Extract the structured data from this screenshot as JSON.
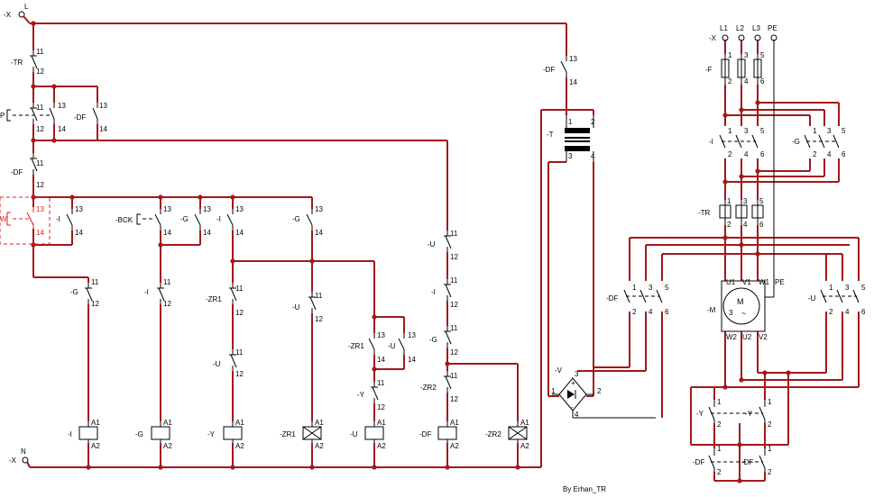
{
  "terminals": {
    "top_L": {
      "prefix": "-X",
      "name": "L"
    },
    "bottom_N": {
      "prefix": "-X",
      "name": "N"
    },
    "power": {
      "prefix": "-X",
      "L1": "L1",
      "L2": "L2",
      "L3": "L3",
      "PE": "PE"
    }
  },
  "control": {
    "tr": "-TR",
    "p_button": "P",
    "df_upper": "-DF",
    "df_mid": "-DF",
    "w_button": "W",
    "i_selfhold": "-I",
    "bck": "-BCK",
    "g_selfhold": "-G",
    "i_selfhold2": "-I",
    "g_selfhold2": "-G",
    "g_interlock": "-G",
    "i_interlock": "-I",
    "zr1_contact": "-ZR1",
    "u_contact": "-U",
    "u_contact2": "-U",
    "zr1_coilside": "-ZR1",
    "u_coilside": "-U",
    "y_contact": "-Y",
    "u_series": "-U",
    "i_series": "-I",
    "g_series": "-G",
    "zr2_contact": "-ZR2",
    "df_transformer": "-DF"
  },
  "contact_numbers": {
    "c11": "11",
    "c12": "12",
    "c13": "13",
    "c14": "14",
    "c1": "1",
    "c2": "2",
    "c3": "3",
    "c4": "4",
    "c5": "5",
    "c6": "6",
    "a1": "A1",
    "a2": "A2"
  },
  "coils": [
    "-I",
    "-G",
    "-Y",
    "-ZR1",
    "-U",
    "-DF",
    "-ZR2"
  ],
  "transformer": {
    "name": "-T",
    "n1": "1",
    "n2": "2",
    "n3": "3",
    "n4": "4"
  },
  "rectifier": {
    "name": "-V",
    "n1": "1",
    "n2": "2",
    "n3": "3",
    "n4": "4",
    "plus": "+",
    "minus": "-"
  },
  "power": {
    "fuse": "-F",
    "i_contactor": "-I",
    "g_contactor": "-G",
    "tr_relay": "-TR",
    "df_contactor": "-DF",
    "u_contactor": "-U",
    "motor": "-M",
    "motor_label": "M",
    "motor_phase": "3",
    "motor_ac": "~",
    "y_contactor": "-Y",
    "df_lower": "-DF",
    "terminals": {
      "u1": "U1",
      "v1": "V1",
      "w1": "W1",
      "pe": "PE",
      "w2": "W2",
      "u2": "U2",
      "v2": "V2"
    }
  },
  "credit": "By Erhan_TR",
  "colors": {
    "wire": "#a31818",
    "emergency": "#e02020",
    "symbol": "#000000",
    "background": "#ffffff"
  }
}
